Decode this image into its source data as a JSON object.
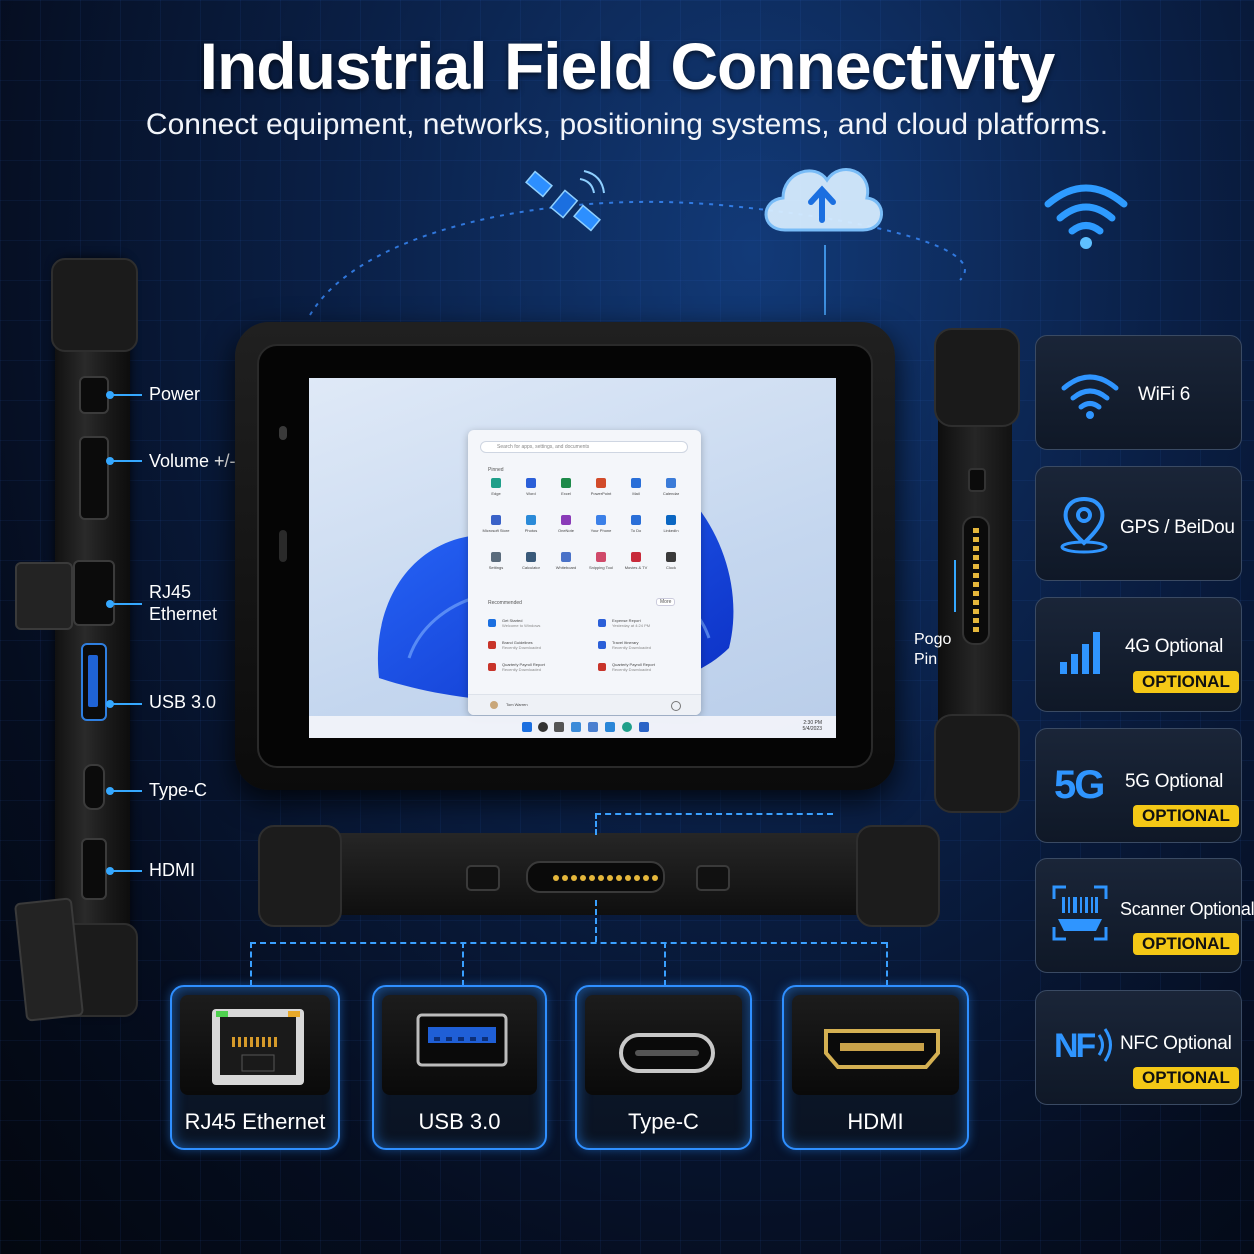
{
  "header": {
    "title": "Industrial Field Connectivity",
    "subtitle": "Connect equipment, networks, positioning systems, and cloud platforms."
  },
  "side_labels": {
    "power": "Power",
    "volume": "Volume +/-",
    "rj45_line1": "RJ45",
    "rj45_line2": "Ethernet",
    "usb": "USB 3.0",
    "typec": "Type-C",
    "hdmi": "HDMI"
  },
  "pogo": {
    "line1": "Pogo",
    "line2": "Pin"
  },
  "screen": {
    "search_placeholder": "Search for apps, settings, and documents",
    "pinned_heading": "Pinned",
    "recommended_heading": "Recommended",
    "more_button": "More",
    "apps": [
      "Edge",
      "Word",
      "Excel",
      "PowerPoint",
      "Mail",
      "Calendar",
      "Microsoft Store",
      "Photos",
      "OneNote",
      "Your Phone",
      "To Do",
      "LinkedIn",
      "Settings",
      "Calculator",
      "Whiteboard",
      "Snipping Tool",
      "Movies & TV",
      "Clock"
    ],
    "recommended": [
      {
        "title": "Get Started",
        "sub": "Welcome to Windows"
      },
      {
        "title": "Brand Guidelines",
        "sub": "Recently Downloaded"
      },
      {
        "title": "Quarterly Payroll Report",
        "sub": "Recently Downloaded"
      },
      {
        "title": "Expense Report",
        "sub": "Yesterday at 4:24 PM"
      },
      {
        "title": "Travel Itinerary",
        "sub": "Recently Downloaded"
      },
      {
        "title": "Quarterly Payroll Report",
        "sub": "Recently Downloaded"
      }
    ],
    "user": "Tom Warren",
    "clock_time": "2:30 PM",
    "clock_date": "5/4/2023"
  },
  "features": [
    {
      "label": "WiFi 6",
      "icon": "wifi-icon"
    },
    {
      "label": "GPS / BeiDou",
      "icon": "location-pin-icon"
    },
    {
      "label": "4G Optional",
      "badge": "OPTIONAL",
      "icon": "signal-bars-icon"
    },
    {
      "label": "5G Optional",
      "badge": "OPTIONAL",
      "icon": "5g-icon",
      "icon_text": "5G"
    },
    {
      "label": "Scanner Optional",
      "badge": "OPTIONAL",
      "icon": "barcode-scanner-icon"
    },
    {
      "label": "NFC Optional",
      "badge": "OPTIONAL",
      "icon": "nfc-icon",
      "icon_text": "NF"
    }
  ],
  "ports": [
    {
      "label": "RJ45 Ethernet",
      "icon": "rj45-port-icon"
    },
    {
      "label": "USB 3.0",
      "icon": "usb-port-icon"
    },
    {
      "label": "Type-C",
      "icon": "type-c-port-icon"
    },
    {
      "label": "HDMI",
      "icon": "hdmi-port-icon"
    }
  ],
  "colors": {
    "accent_blue": "#35a8ff",
    "badge_yellow": "#f4c816",
    "background_dark": "#050d1f"
  }
}
